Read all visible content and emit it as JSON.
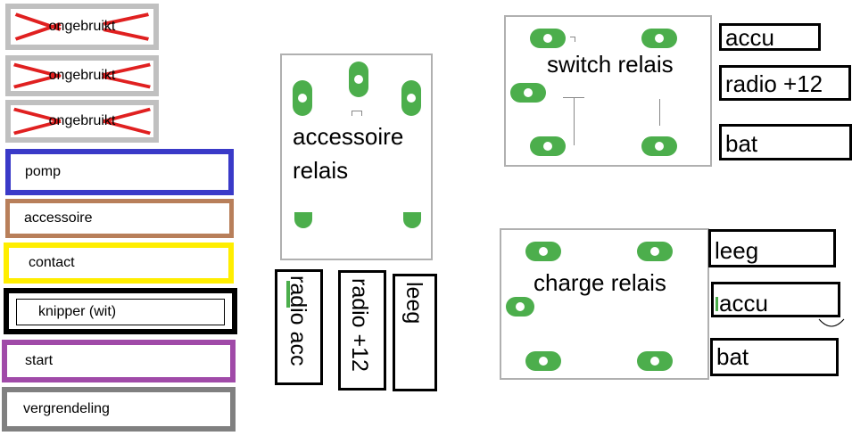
{
  "wire_labels": {
    "unused_1": "ongebruikt",
    "unused_2": "ongebruikt",
    "unused_3": "ongebruikt",
    "pump": "pomp",
    "accessory": "accessoire",
    "contact": "contact",
    "blinker": "knipper (wit)",
    "start": "start",
    "lock": "vergrendeling"
  },
  "accessory_relay": {
    "title_line1": "accessoire",
    "title_line2": "relais",
    "outputs": [
      "radio acc",
      "radio +12",
      "leeg"
    ]
  },
  "switch_relay": {
    "title": "switch relais",
    "labels": [
      "accu",
      "radio +12",
      "bat"
    ]
  },
  "charge_relay": {
    "title": "charge relais",
    "labels": [
      "leeg",
      "accu",
      "bat"
    ]
  },
  "colors": {
    "pin_green": "#4cae4c",
    "unused_border": "#c0c0c0",
    "unused_cross": "#e02020",
    "pump": "#3a3ac8",
    "accessory": "#b87f5a",
    "contact": "#ffee00",
    "blinker": "#000000",
    "start": "#a04aa8",
    "lock": "#808080"
  }
}
